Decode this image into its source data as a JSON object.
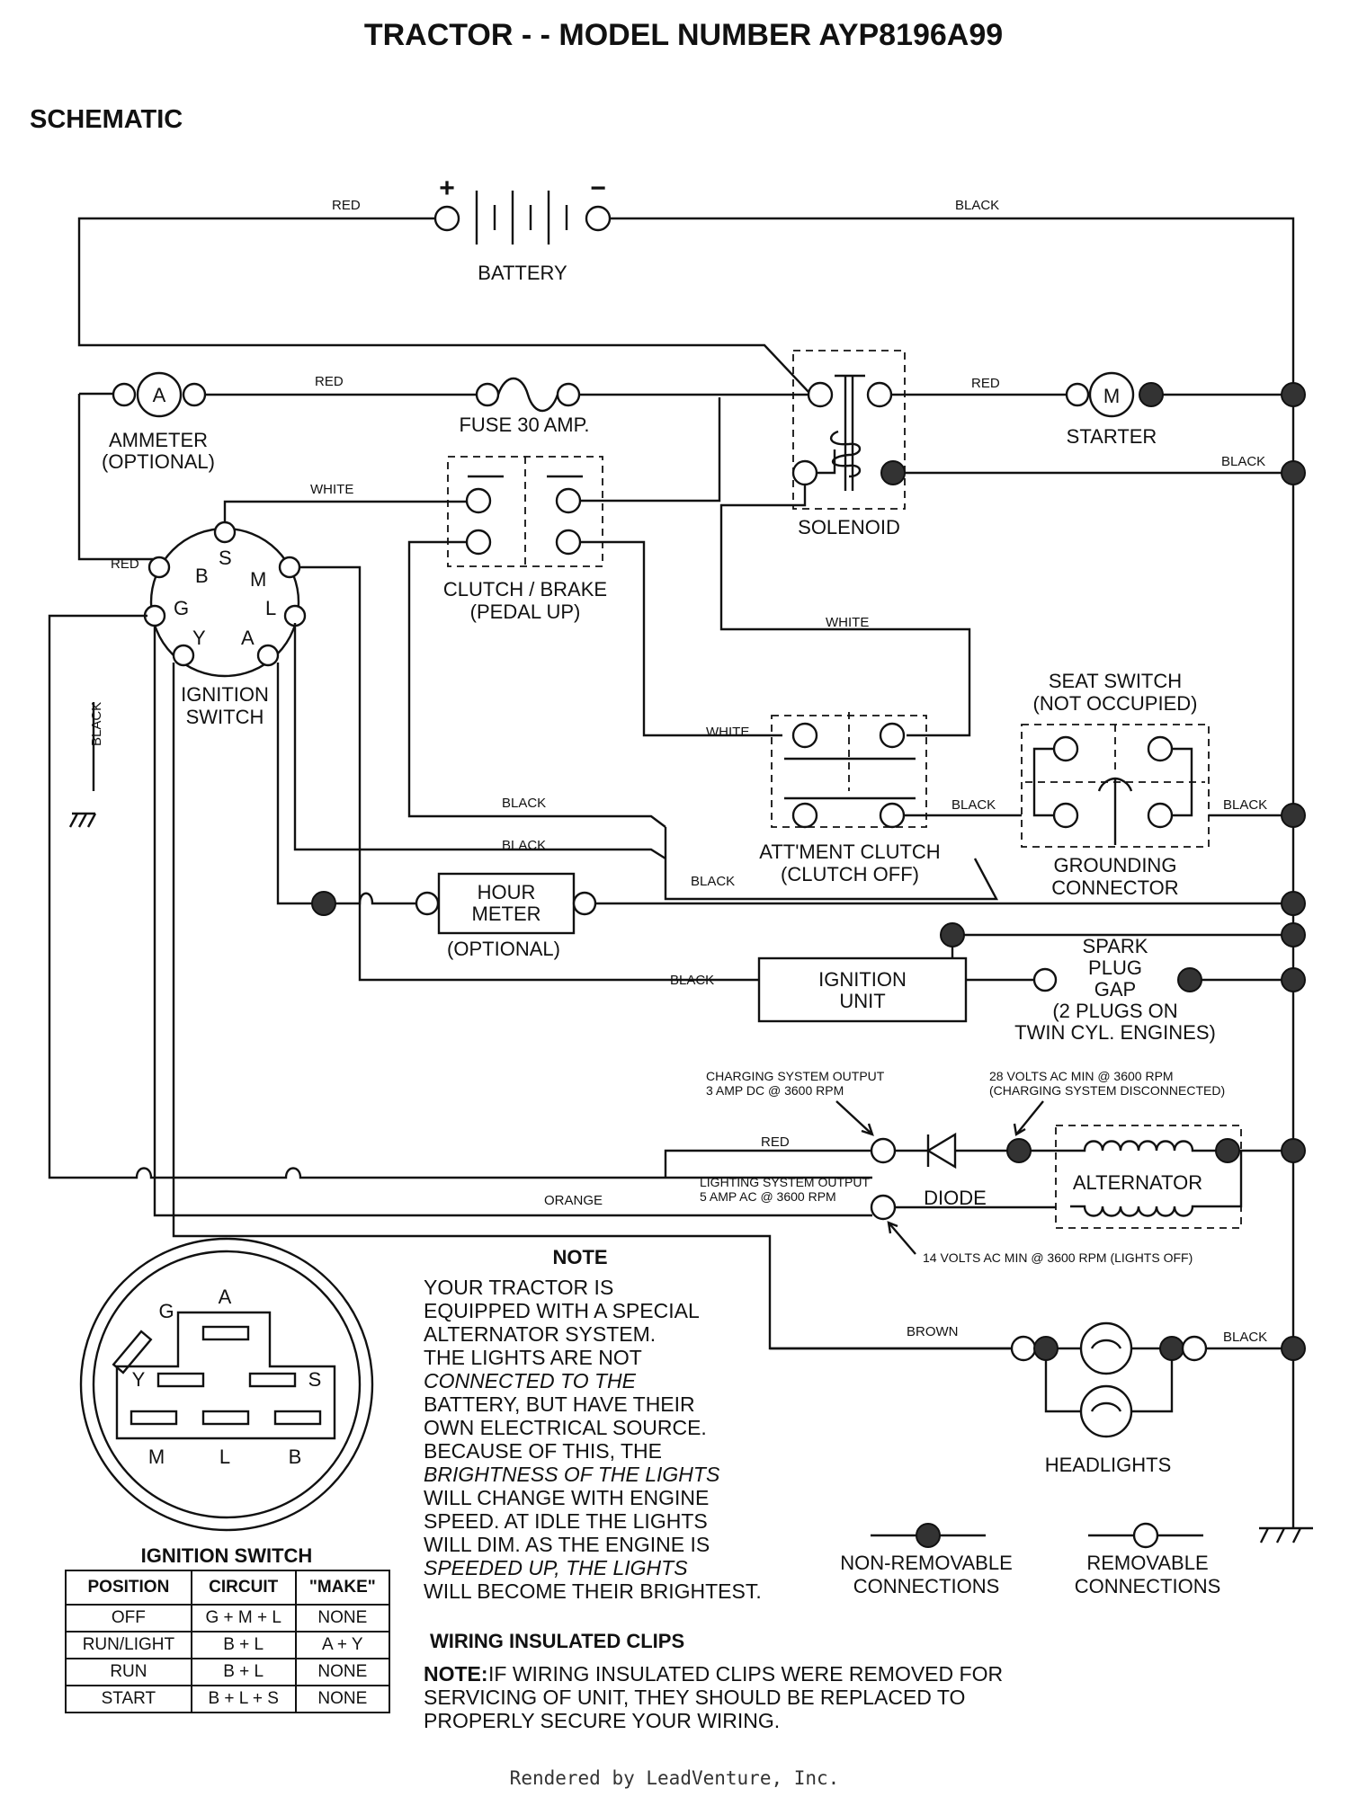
{
  "title": "TRACTOR - - MODEL NUMBER AYP8196A99",
  "section": "SCHEMATIC",
  "components": {
    "battery": "BATTERY",
    "battery_plus": "+",
    "battery_minus": "−",
    "ammeter_symbol": "A",
    "ammeter": [
      "AMMETER",
      "(OPTIONAL)"
    ],
    "fuse": "FUSE 30 AMP.",
    "solenoid": "SOLENOID",
    "starter_symbol": "M",
    "starter": "STARTER",
    "clutch_brake": [
      "CLUTCH / BRAKE",
      "(PEDAL UP)"
    ],
    "ignition_switch": [
      "IGNITION",
      "SWITCH"
    ],
    "seat_switch": [
      "SEAT SWITCH",
      "(NOT OCCUPIED)"
    ],
    "attment_clutch": [
      "ATT'MENT CLUTCH",
      "(CLUTCH OFF)"
    ],
    "grounding_connector": [
      "GROUNDING",
      "CONNECTOR"
    ],
    "hour_meter": [
      "HOUR",
      "METER",
      "(OPTIONAL)"
    ],
    "ignition_unit": [
      "IGNITION",
      "UNIT"
    ],
    "spark_plug": [
      "SPARK",
      "PLUG",
      "GAP",
      "(2 PLUGS ON",
      "TWIN CYL. ENGINES)"
    ],
    "diode": "DIODE",
    "alternator": "ALTERNATOR",
    "headlights": "HEADLIGHTS"
  },
  "terminals": [
    "B",
    "S",
    "M",
    "G",
    "L",
    "Y",
    "A"
  ],
  "wire_colors": {
    "red": "RED",
    "black": "BLACK",
    "white": "WHITE",
    "orange": "ORANGE",
    "brown": "BROWN"
  },
  "annotations": {
    "charging_output": [
      "CHARGING SYSTEM OUTPUT",
      "3 AMP DC @ 3600 RPM"
    ],
    "alt_ac": [
      "28 VOLTS AC MIN  @ 3600 RPM",
      "(CHARGING SYSTEM DISCONNECTED)"
    ],
    "lighting_output": [
      "LIGHTING SYSTEM OUTPUT",
      "5 AMP AC @ 3600 RPM"
    ],
    "lights_off": "14 VOLTS AC MIN  @ 3600 RPM (LIGHTS OFF)"
  },
  "note": {
    "title": "NOTE",
    "lines": [
      "YOUR TRACTOR IS",
      "EQUIPPED WITH A SPECIAL",
      "ALTERNATOR SYSTEM.",
      "THE LIGHTS ARE NOT",
      "CONNECTED TO THE",
      "BATTERY, BUT HAVE THEIR",
      "OWN ELECTRICAL SOURCE.",
      "BECAUSE OF THIS, THE",
      "BRIGHTNESS OF THE LIGHTS",
      "WILL CHANGE WITH ENGINE",
      "SPEED.  AT IDLE THE LIGHTS",
      "WILL DIM.  AS THE ENGINE IS",
      "SPEEDED UP, THE LIGHTS",
      "WILL BECOME THEIR BRIGHTEST."
    ]
  },
  "legend": {
    "non_removable": [
      "NON-REMOVABLE",
      "CONNECTIONS"
    ],
    "removable": [
      "REMOVABLE",
      "CONNECTIONS"
    ]
  },
  "clips": {
    "title": "WIRING INSULATED CLIPS",
    "note_label": "NOTE:",
    "lines": [
      "IF WIRING INSULATED CLIPS WERE REMOVED FOR",
      "SERVICING OF UNIT, THEY SHOULD BE REPLACED TO",
      "PROPERLY SECURE YOUR WIRING."
    ]
  },
  "ignition_table": {
    "title": "IGNITION SWITCH",
    "headers": [
      "POSITION",
      "CIRCUIT",
      "\"MAKE\""
    ],
    "rows": [
      [
        "OFF",
        "G + M + L",
        "NONE"
      ],
      [
        "RUN/LIGHT",
        "B + L",
        "A + Y"
      ],
      [
        "RUN",
        "B + L",
        "NONE"
      ],
      [
        "START",
        "B + L + S",
        "NONE"
      ]
    ]
  },
  "footer": "Rendered by LeadVenture, Inc."
}
